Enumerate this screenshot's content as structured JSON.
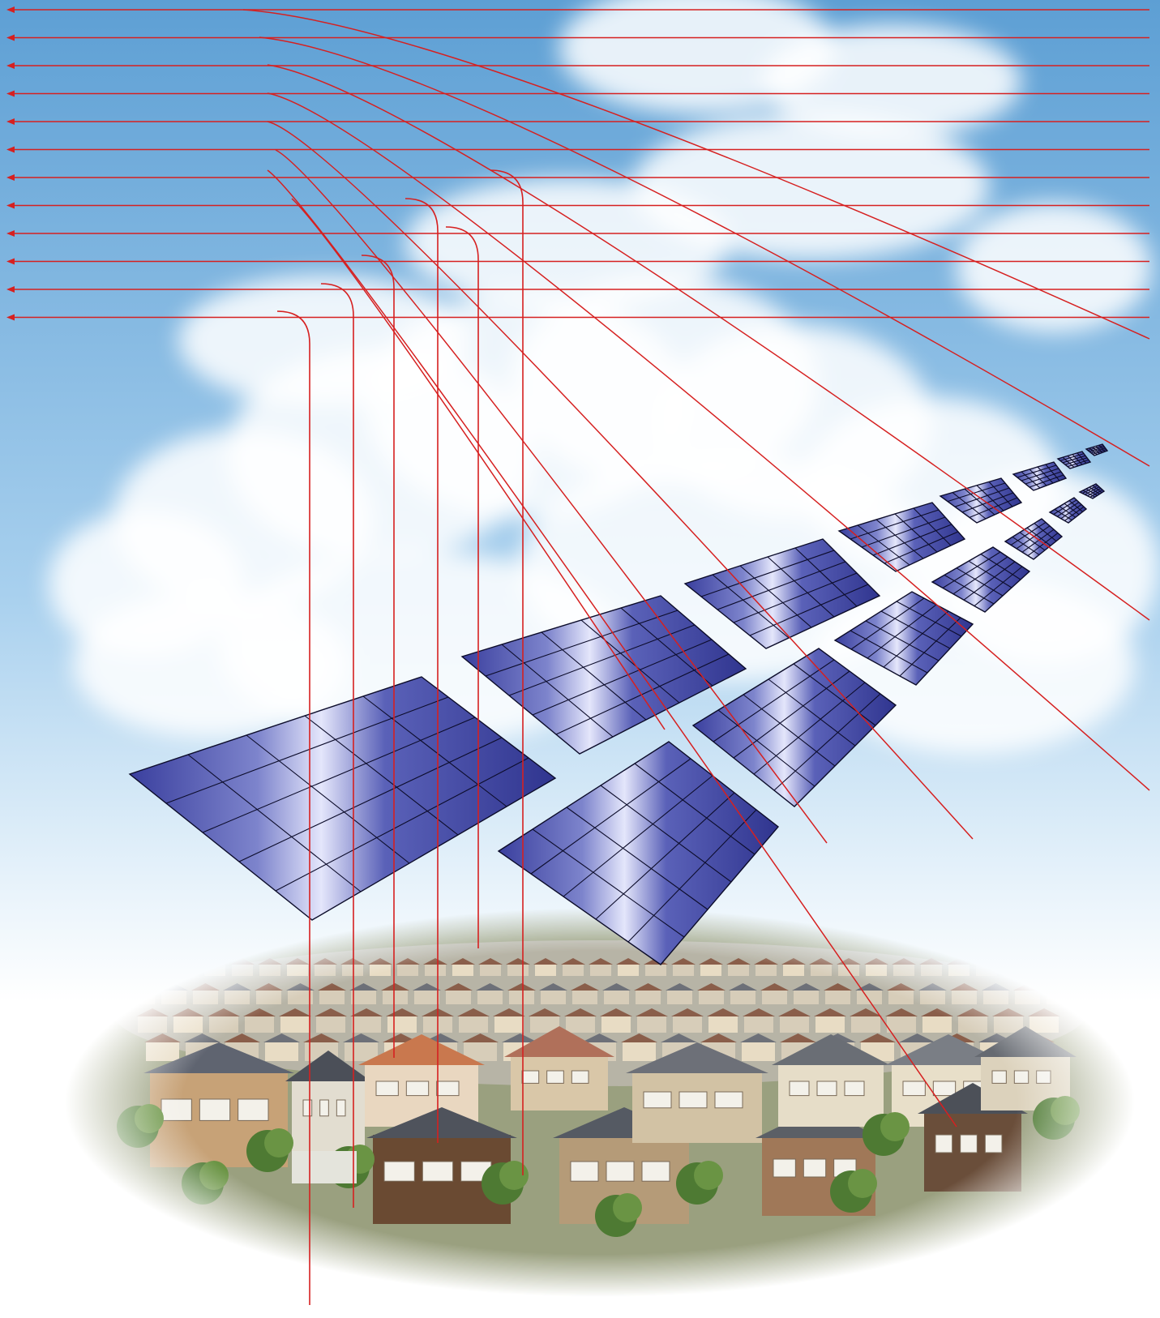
{
  "scene": {
    "sky_top_color": "#5d9fd4",
    "sky_mid_color": "#a8d0ee",
    "cloud_color": "#ffffff",
    "panel_dark_color": "#3a3f9e",
    "panel_light_color": "#e4e6fb",
    "panel_grid_color": "#0c0c2a",
    "wire_color": "#d62020",
    "roof_color": "#5f6470",
    "wall_color": "#cdb38a",
    "tree_color": "#4e7a33"
  },
  "solar_panels": {
    "count": 15,
    "grid_rows": 5,
    "grid_cols": 5
  },
  "power_lines": {
    "horizontal_count": 12,
    "vertical_drops": 6,
    "diagonal_lines": 8
  },
  "houses": {
    "visible_in_foreground": 12
  }
}
